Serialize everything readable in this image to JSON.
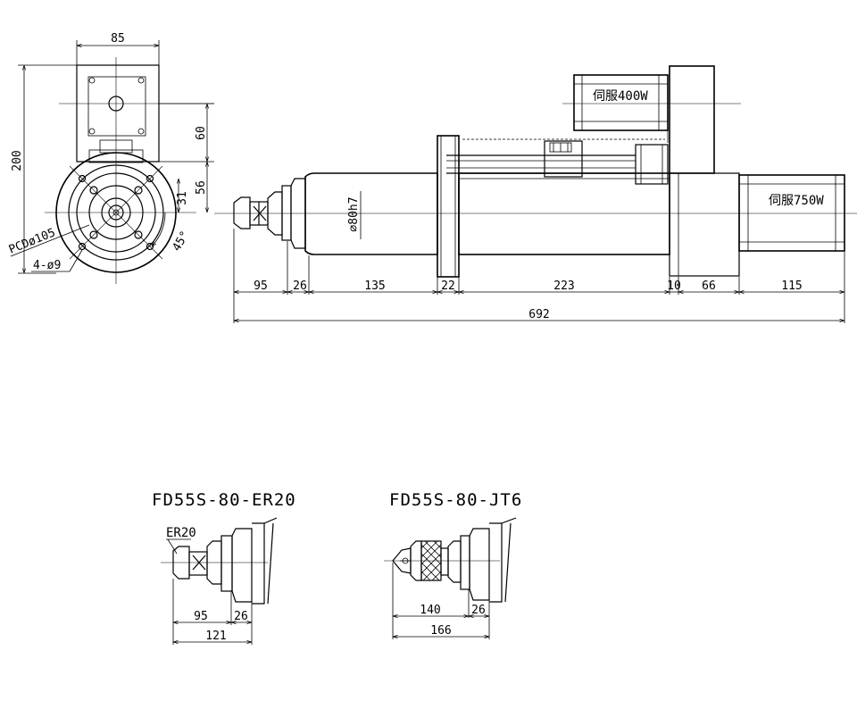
{
  "main_view": {
    "servo_top_label": "伺服400W",
    "servo_main_label": "伺服750W",
    "diameter_label": "⌀80h7",
    "dims": [
      "95",
      "26",
      "135",
      "22",
      "223",
      "10",
      "66",
      "115"
    ],
    "total": "692"
  },
  "end_view": {
    "width": "85",
    "height": "200",
    "d60": "60",
    "d56": "56",
    "d31": "31",
    "angle": "45°",
    "pcd": "PCDø105",
    "holes": "4-ø9"
  },
  "variant_er20": {
    "title": "FD55S-80-ER20",
    "collet": "ER20",
    "d1": "95",
    "d2": "26",
    "total": "121"
  },
  "variant_jt6": {
    "title": "FD55S-80-JT6",
    "d1": "140",
    "d2": "26",
    "total": "166"
  }
}
